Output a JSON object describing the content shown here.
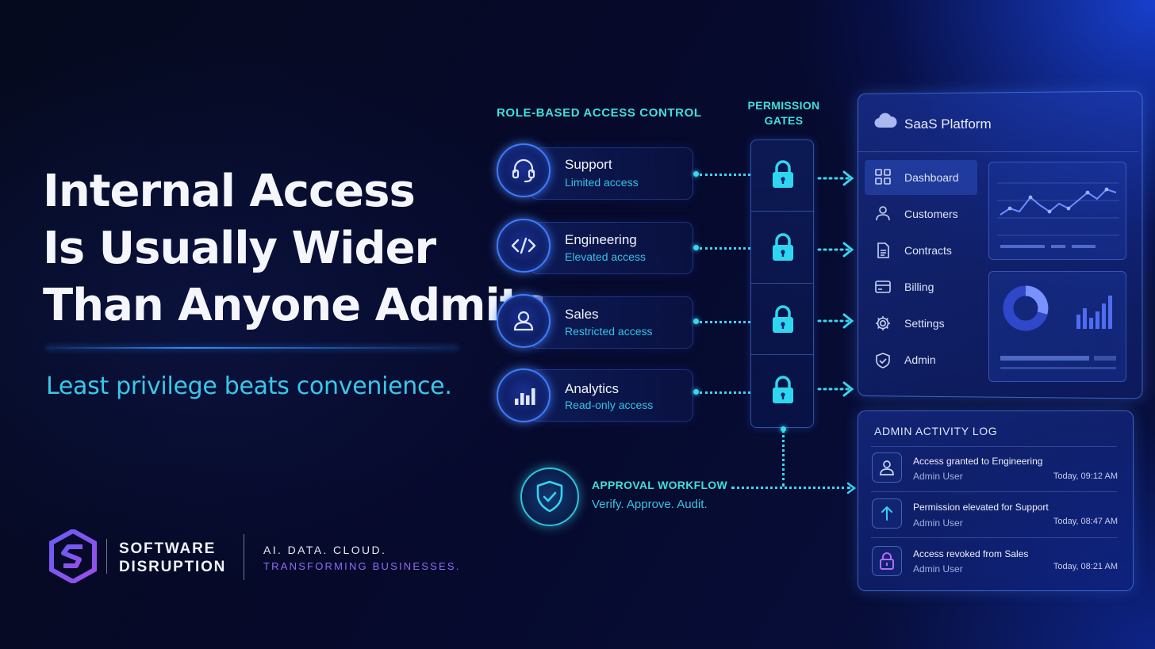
{
  "hero": {
    "headline": [
      "Internal Access",
      "Is Usually Wider",
      "Than Anyone Admits"
    ],
    "tagline": "Least privilege beats convenience."
  },
  "brand": {
    "name_line1": "SOFTWARE",
    "name_line2": "DISRUPTION",
    "tagline_line1": "AI. DATA. CLOUD.",
    "tagline_line2": "TRANSFORMING BUSINESSES.",
    "accent_color": "#8f6df2"
  },
  "rbac": {
    "title": "ROLE-BASED ACCESS CONTROL",
    "roles": [
      {
        "name": "Support",
        "access": "Limited access",
        "icon": "headset-icon"
      },
      {
        "name": "Engineering",
        "access": "Elevated access",
        "icon": "code-icon"
      },
      {
        "name": "Sales",
        "access": "Restricted access",
        "icon": "user-icon"
      },
      {
        "name": "Analytics",
        "access": "Read-only access",
        "icon": "bar-chart-icon"
      }
    ]
  },
  "gates": {
    "title_line1": "PERMISSION",
    "title_line2": "GATES",
    "icon": "lock-icon"
  },
  "saas": {
    "title": "SaaS Platform",
    "nav": [
      {
        "label": "Dashboard",
        "icon": "grid-icon"
      },
      {
        "label": "Customers",
        "icon": "user-icon"
      },
      {
        "label": "Contracts",
        "icon": "document-icon"
      },
      {
        "label": "Billing",
        "icon": "credit-card-icon"
      },
      {
        "label": "Settings",
        "icon": "gear-icon"
      },
      {
        "label": "Admin",
        "icon": "shield-check-icon"
      }
    ]
  },
  "admin_log": {
    "title": "ADMIN ACTIVITY LOG",
    "entries": [
      {
        "text": "Access granted to Engineering",
        "user": "Admin User",
        "time": "Today, 09:12 AM",
        "icon": "user-icon"
      },
      {
        "text": "Permission elevated for Support",
        "user": "Admin User",
        "time": "Today, 08:47 AM",
        "icon": "arrow-up-icon"
      },
      {
        "text": "Access revoked from Sales",
        "user": "Admin User",
        "time": "Today, 08:21 AM",
        "icon": "lock-icon"
      }
    ]
  },
  "approval": {
    "title": "APPROVAL WORKFLOW",
    "subtitle": "Verify. Approve. Audit."
  },
  "colors": {
    "cyan": "#3ee0dc",
    "blue": "#3f7cff",
    "background": "#06092a"
  }
}
